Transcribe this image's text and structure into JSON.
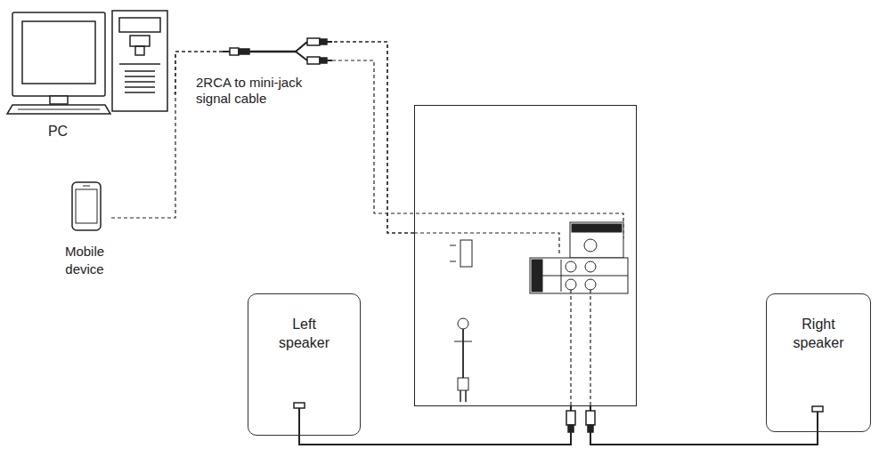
{
  "diagram": {
    "nodes": [
      {
        "text": [
          "PC"
        ]
      },
      {
        "text": [
          "Mobile device"
        ]
      },
      {
        "text": []
      },
      {
        "text": [
          "Left speaker"
        ]
      },
      {
        "text": [
          "Right speaker"
        ]
      }
    ],
    "edges": [
      {
        "from": 0,
        "to": 2,
        "arrow": "none"
      },
      {
        "from": 1,
        "to": 2,
        "arrow": "none"
      },
      {
        "from": 2,
        "to": 3,
        "arrow": "none"
      },
      {
        "from": 2,
        "to": 4,
        "arrow": "none"
      }
    ],
    "labels": [
      "2RCA to mini-jack signal cable"
    ]
  }
}
